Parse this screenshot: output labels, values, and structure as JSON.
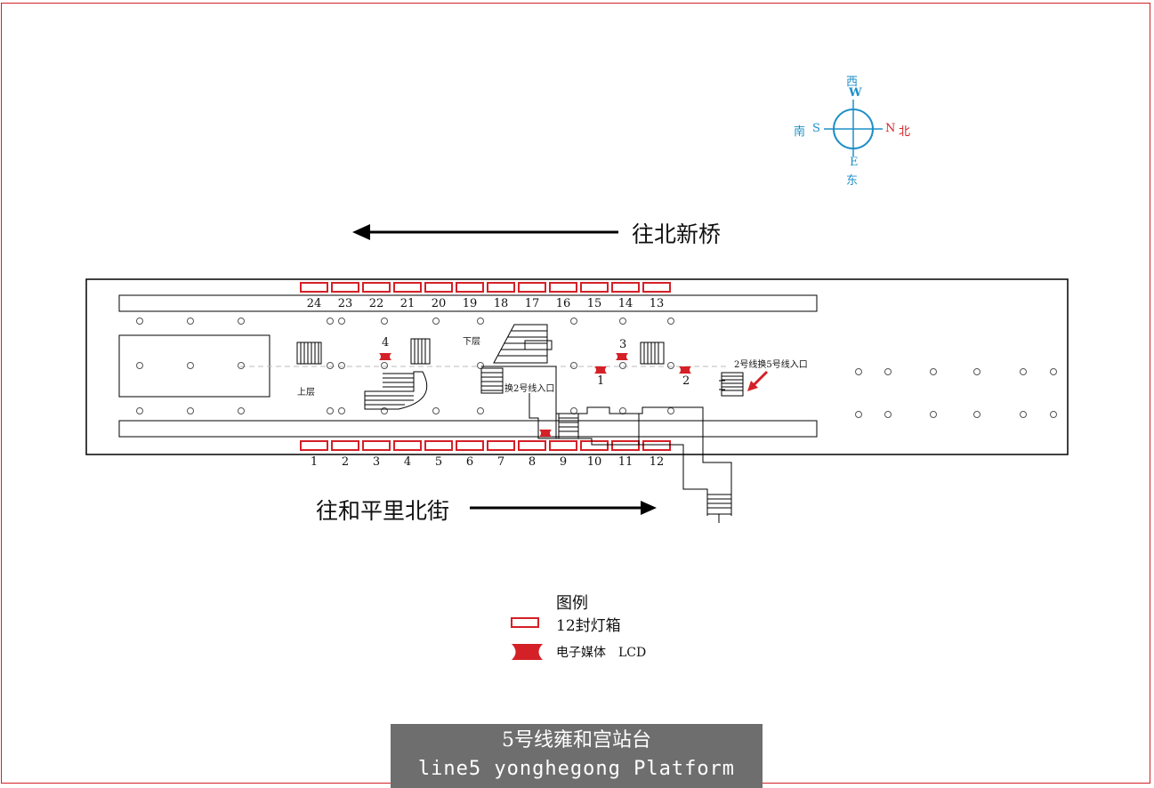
{
  "compass": {
    "north_cn": "北",
    "north_en": "N",
    "south_cn": "南",
    "south_en": "S",
    "west_cn": "西",
    "west_en": "W",
    "east_cn": "东",
    "east_en": "E"
  },
  "directions": {
    "top": "往北新桥",
    "bottom": "往和平里北街"
  },
  "top_lightboxes": [
    "24",
    "23",
    "22",
    "21",
    "20",
    "19",
    "18",
    "17",
    "16",
    "15",
    "14",
    "13"
  ],
  "bottom_lightboxes": [
    "1",
    "2",
    "3",
    "4",
    "5",
    "6",
    "7",
    "8",
    "9",
    "10",
    "11",
    "12"
  ],
  "lcd_labels": [
    "4",
    "3",
    "1",
    "2"
  ],
  "annotations": {
    "upper_level": "上层",
    "lower_level": "下层",
    "transfer_to_line2": "换2号线入口",
    "transfer_from_line2": "2号线换5号线入口"
  },
  "legend": {
    "title": "图例",
    "lightbox": "12封灯箱",
    "lcd": "电子媒体　LCD"
  },
  "title": {
    "cn": "5号线雍和宫站台",
    "en": "line5 yonghegong Platform"
  },
  "colors": {
    "border": "#d42027",
    "compass": "#1e8fc7",
    "title_bg": "#6e6e6e",
    "lightbox": "#d42027"
  }
}
